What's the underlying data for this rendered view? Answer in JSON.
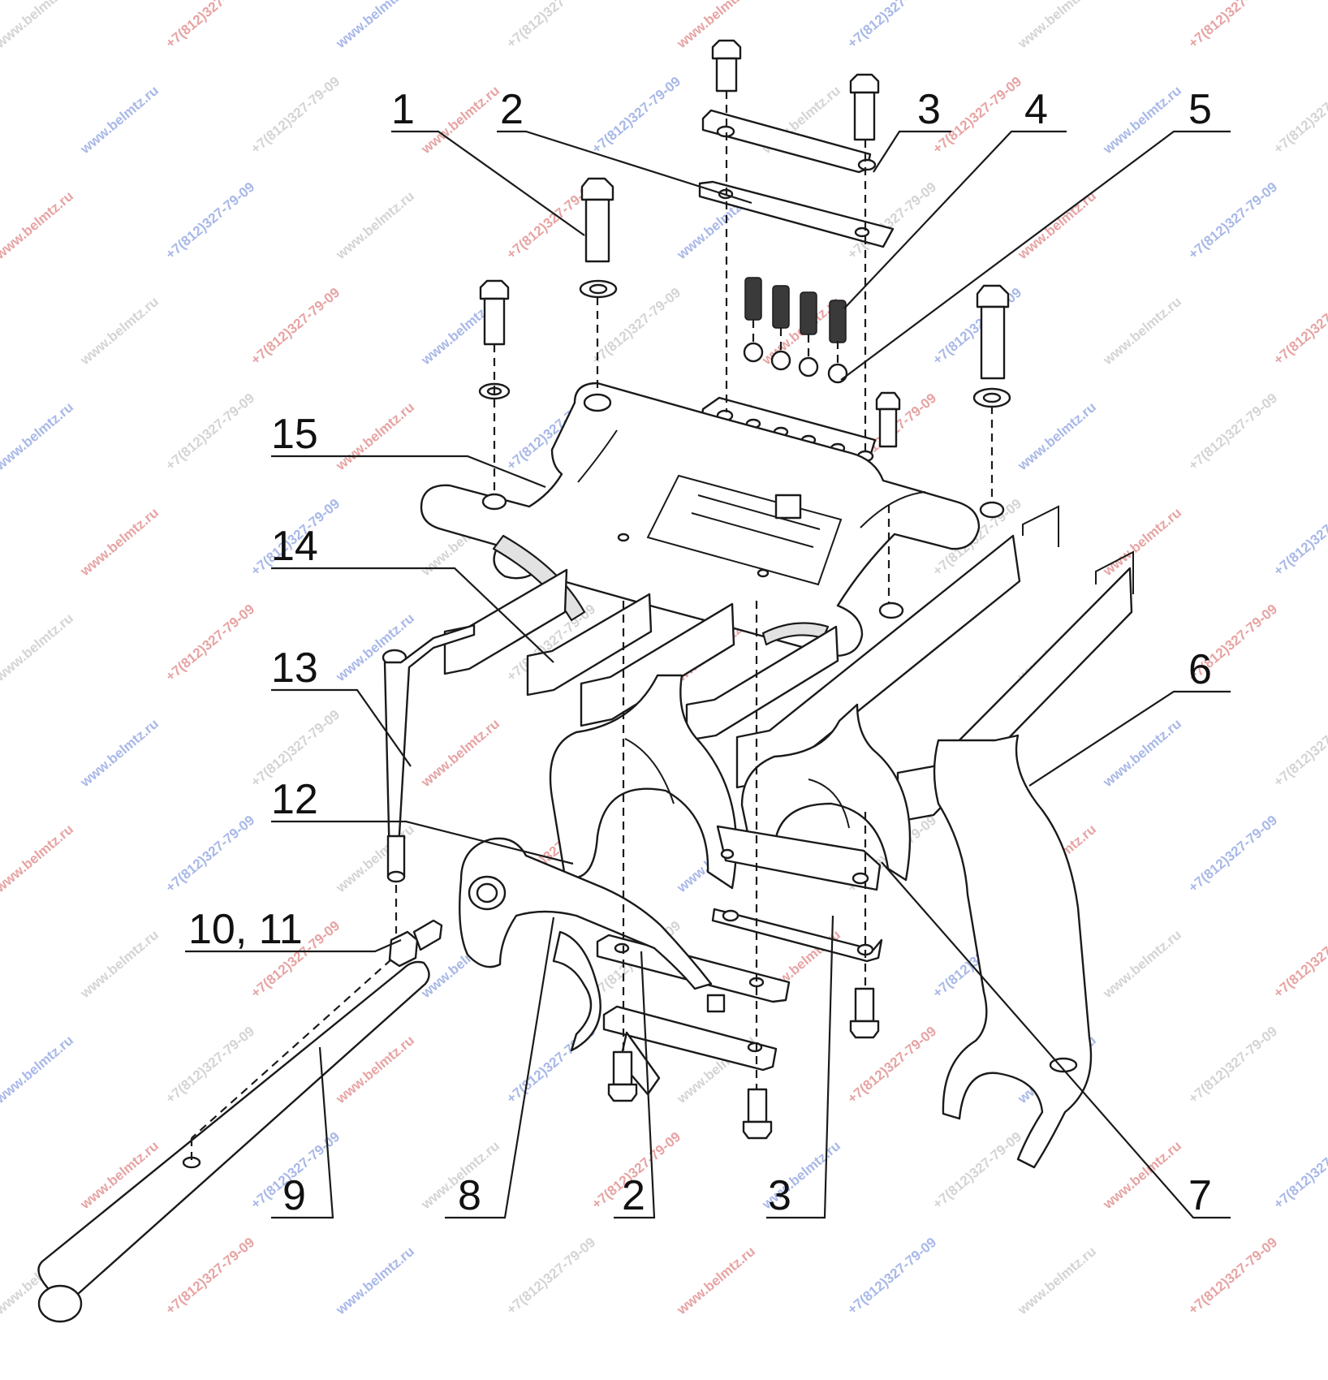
{
  "watermarks": {
    "site": "www.belmtz.ru",
    "phone": "+7(812)327-79-09"
  },
  "callouts": [
    {
      "id": "c1",
      "label": "1"
    },
    {
      "id": "c2a",
      "label": "2"
    },
    {
      "id": "c3a",
      "label": "3"
    },
    {
      "id": "c4",
      "label": "4"
    },
    {
      "id": "c5",
      "label": "5"
    },
    {
      "id": "c15",
      "label": "15"
    },
    {
      "id": "c14",
      "label": "14"
    },
    {
      "id": "c13",
      "label": "13"
    },
    {
      "id": "c12",
      "label": "12"
    },
    {
      "id": "c1011",
      "label": "10, 11"
    },
    {
      "id": "c6",
      "label": "6"
    },
    {
      "id": "c9",
      "label": "9"
    },
    {
      "id": "c8",
      "label": "8"
    },
    {
      "id": "c2b",
      "label": "2"
    },
    {
      "id": "c3b",
      "label": "3"
    },
    {
      "id": "c7",
      "label": "7"
    }
  ]
}
